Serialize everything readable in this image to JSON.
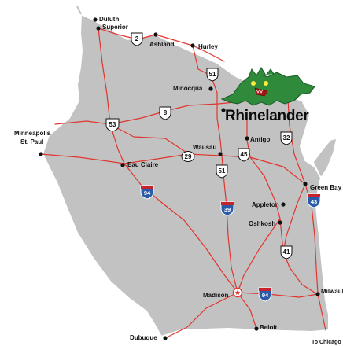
{
  "map": {
    "state_fill": "#c2c2c3",
    "border_color": "#ffffff",
    "road_color": "#e0362e",
    "interstate_color": "#2a5aa8"
  },
  "cities": [
    {
      "name": "Duluth",
      "id": "duluth"
    },
    {
      "name": "Superior",
      "id": "superior"
    },
    {
      "name": "Ashland",
      "id": "ashland"
    },
    {
      "name": "Hurley",
      "id": "hurley"
    },
    {
      "name": "Minocqua",
      "id": "minocqua"
    },
    {
      "name": "Minneapolis",
      "id": "minneapolis"
    },
    {
      "name": "St. Paul",
      "id": "stpaul"
    },
    {
      "name": "Eau Claire",
      "id": "eauclaire"
    },
    {
      "name": "Wausau",
      "id": "wausau"
    },
    {
      "name": "Antigo",
      "id": "antigo"
    },
    {
      "name": "Green Bay",
      "id": "greenbay"
    },
    {
      "name": "Appleton",
      "id": "appleton"
    },
    {
      "name": "Oshkosh",
      "id": "oshkosh"
    },
    {
      "name": "Madison",
      "id": "madison"
    },
    {
      "name": "Milwaukee",
      "id": "milwaukee"
    },
    {
      "name": "Beloit",
      "id": "beloit"
    },
    {
      "name": "Dubuque",
      "id": "dubuque"
    },
    {
      "name": "To Chicago",
      "id": "chicago"
    }
  ],
  "highlight_city": "Rhinelander",
  "mascot_icon": "hodag-icon",
  "us_routes": [
    "2",
    "51",
    "8",
    "53",
    "29",
    "45",
    "32",
    "51",
    "41"
  ],
  "interstates": [
    "94",
    "39",
    "43",
    "94"
  ]
}
